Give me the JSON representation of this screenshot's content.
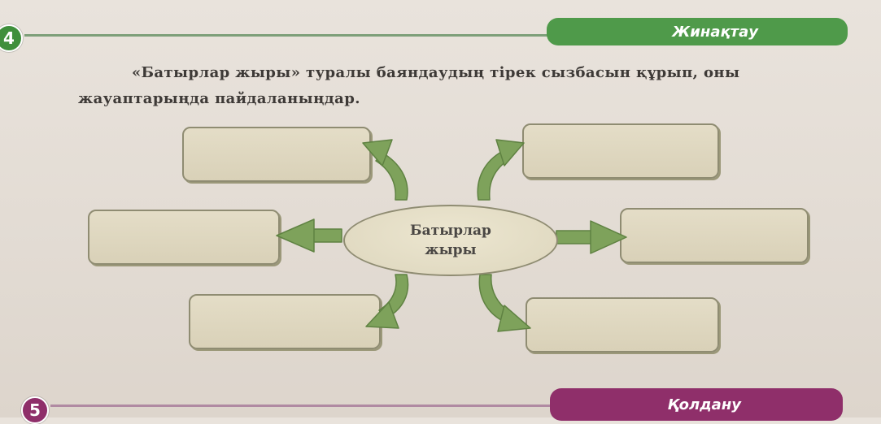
{
  "task4": {
    "number": "4",
    "section_label": "Жинақтау",
    "instruction_line1": "«Батырлар жыры» туралы баяндаудың тірек сызбасын құрып, оны",
    "instruction_line2": "жауаптарыңда пайдаланыңдар."
  },
  "diagram": {
    "center_line1": "Батырлар",
    "center_line2": "жыры",
    "boxes": [
      "",
      "",
      "",
      "",
      "",
      ""
    ]
  },
  "task5": {
    "number": "5",
    "section_label": "Қолдану"
  },
  "colors": {
    "green": "#4f9a4a",
    "magenta": "#8f2f6a",
    "arrow_green": "#7ea25b"
  }
}
